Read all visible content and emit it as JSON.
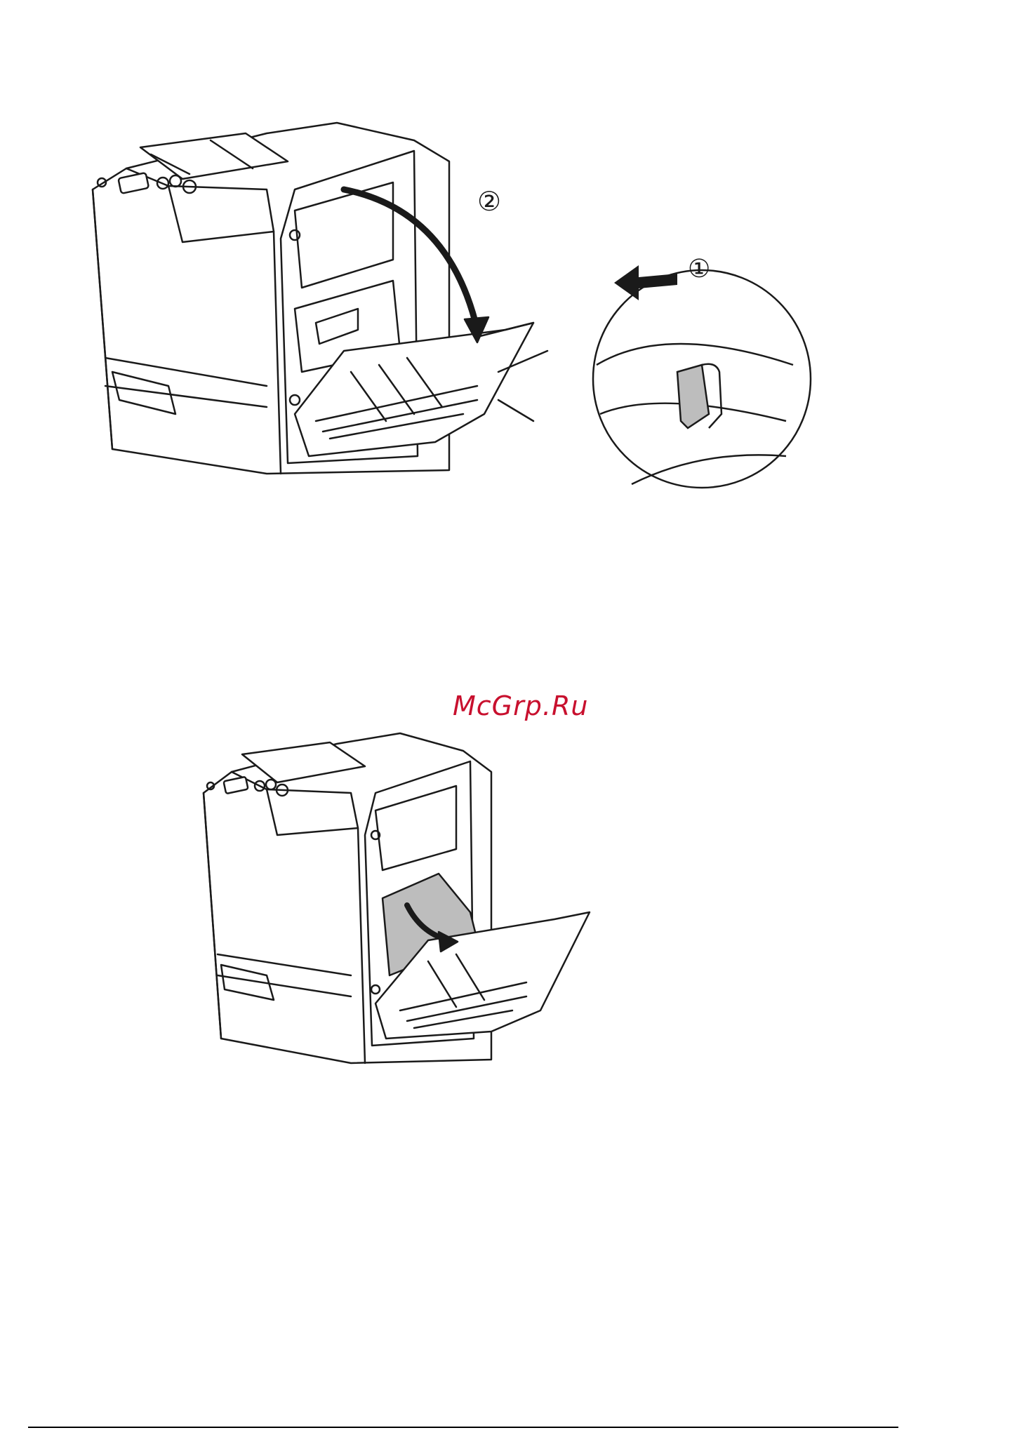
{
  "watermark": "McGrp.Ru",
  "figures": [
    {
      "callouts": [
        "②",
        "①"
      ]
    },
    {
      "callouts": []
    }
  ],
  "colors": {
    "line": "#1a1a1a",
    "paper": "#bdbdbd",
    "accent": "#c8102e"
  }
}
